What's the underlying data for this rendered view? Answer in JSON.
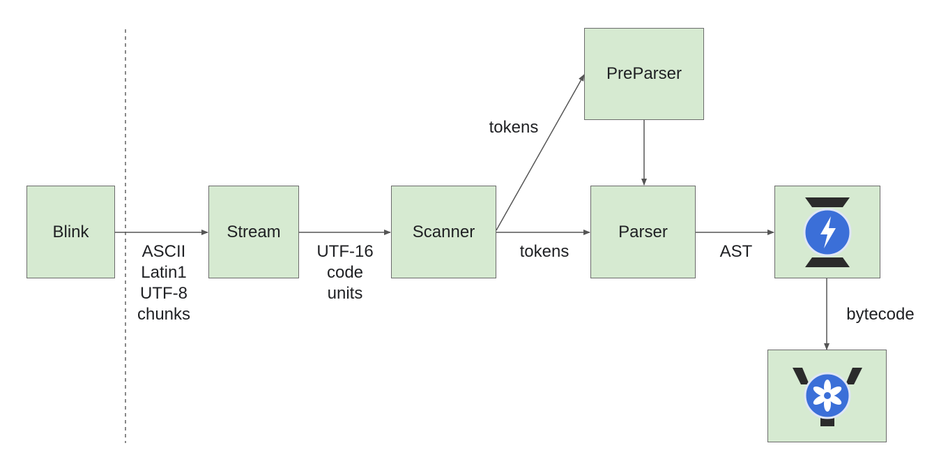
{
  "nodes": {
    "blink": {
      "label": "Blink"
    },
    "stream": {
      "label": "Stream"
    },
    "scanner": {
      "label": "Scanner"
    },
    "preparser": {
      "label": "PreParser"
    },
    "parser": {
      "label": "Parser"
    },
    "ignition": {
      "icon": "ignition-logo-icon"
    },
    "turbofan": {
      "icon": "turbofan-logo-icon"
    }
  },
  "edges": {
    "blink_stream": {
      "lines": [
        "ASCII",
        "Latin1",
        "UTF-8",
        "chunks"
      ]
    },
    "stream_scanner": {
      "lines": [
        "UTF-16",
        "code",
        "units"
      ]
    },
    "scanner_preparser": {
      "label": "tokens"
    },
    "scanner_parser": {
      "label": "tokens"
    },
    "parser_ignition": {
      "label": "AST"
    },
    "ignition_turbofan": {
      "label": "bytecode"
    }
  },
  "colors": {
    "box_fill": "#d6ead1",
    "box_border": "#6b6b6b",
    "arrow": "#555555",
    "logo_blue": "#3b6fd8",
    "logo_dark": "#2b2b2b"
  }
}
